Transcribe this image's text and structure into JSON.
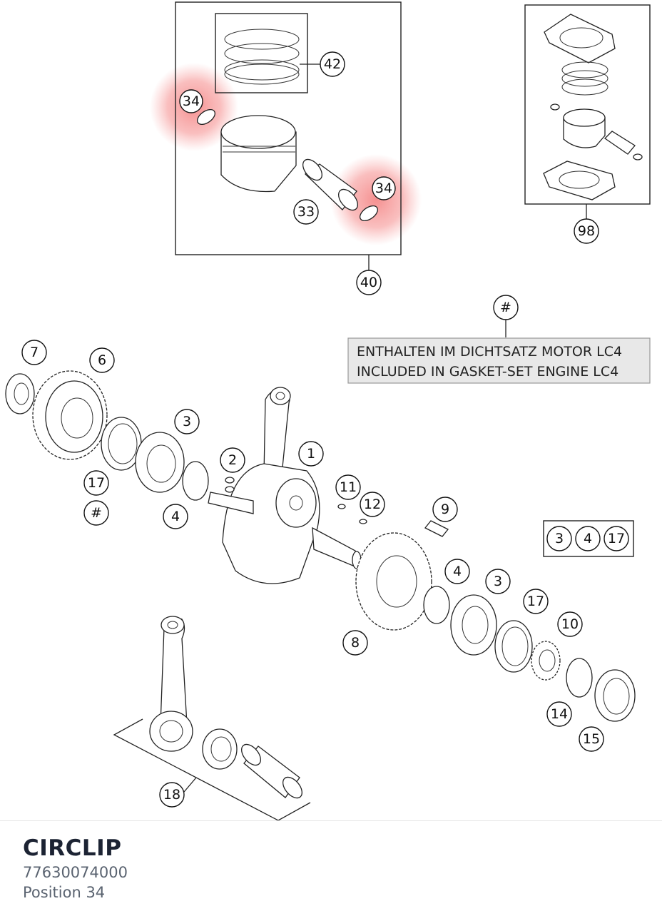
{
  "diagram": {
    "callouts": [
      {
        "id": "c42",
        "label": "42"
      },
      {
        "id": "c34a",
        "label": "34",
        "highlighted": true
      },
      {
        "id": "c34b",
        "label": "34",
        "highlighted": true
      },
      {
        "id": "c33",
        "label": "33"
      },
      {
        "id": "c40",
        "label": "40"
      },
      {
        "id": "c98",
        "label": "98"
      },
      {
        "id": "chash",
        "label": "#"
      },
      {
        "id": "c7",
        "label": "7"
      },
      {
        "id": "c6",
        "label": "6"
      },
      {
        "id": "c3a",
        "label": "3"
      },
      {
        "id": "c2",
        "label": "2"
      },
      {
        "id": "c1",
        "label": "1"
      },
      {
        "id": "c17a",
        "label": "17"
      },
      {
        "id": "chash2",
        "label": "#"
      },
      {
        "id": "c4a",
        "label": "4"
      },
      {
        "id": "c11",
        "label": "11"
      },
      {
        "id": "c12",
        "label": "12"
      },
      {
        "id": "c9",
        "label": "9"
      },
      {
        "id": "c4b",
        "label": "4"
      },
      {
        "id": "c3b",
        "label": "3"
      },
      {
        "id": "c17b",
        "label": "17"
      },
      {
        "id": "c10",
        "label": "10"
      },
      {
        "id": "c8",
        "label": "8"
      },
      {
        "id": "c14",
        "label": "14"
      },
      {
        "id": "c15",
        "label": "15"
      },
      {
        "id": "c18",
        "label": "18"
      },
      {
        "id": "k3",
        "label": "3"
      },
      {
        "id": "k4",
        "label": "4"
      },
      {
        "id": "k17",
        "label": "17"
      }
    ],
    "note": {
      "line1": "ENTHALTEN IM DICHTSATZ MOTOR LC4",
      "line2": "INCLUDED IN GASKET-SET ENGINE LC4"
    },
    "highlight_color": "#f08080"
  },
  "selected_part": {
    "name": "CIRCLIP",
    "number": "77630074000",
    "position": "Position 34"
  }
}
